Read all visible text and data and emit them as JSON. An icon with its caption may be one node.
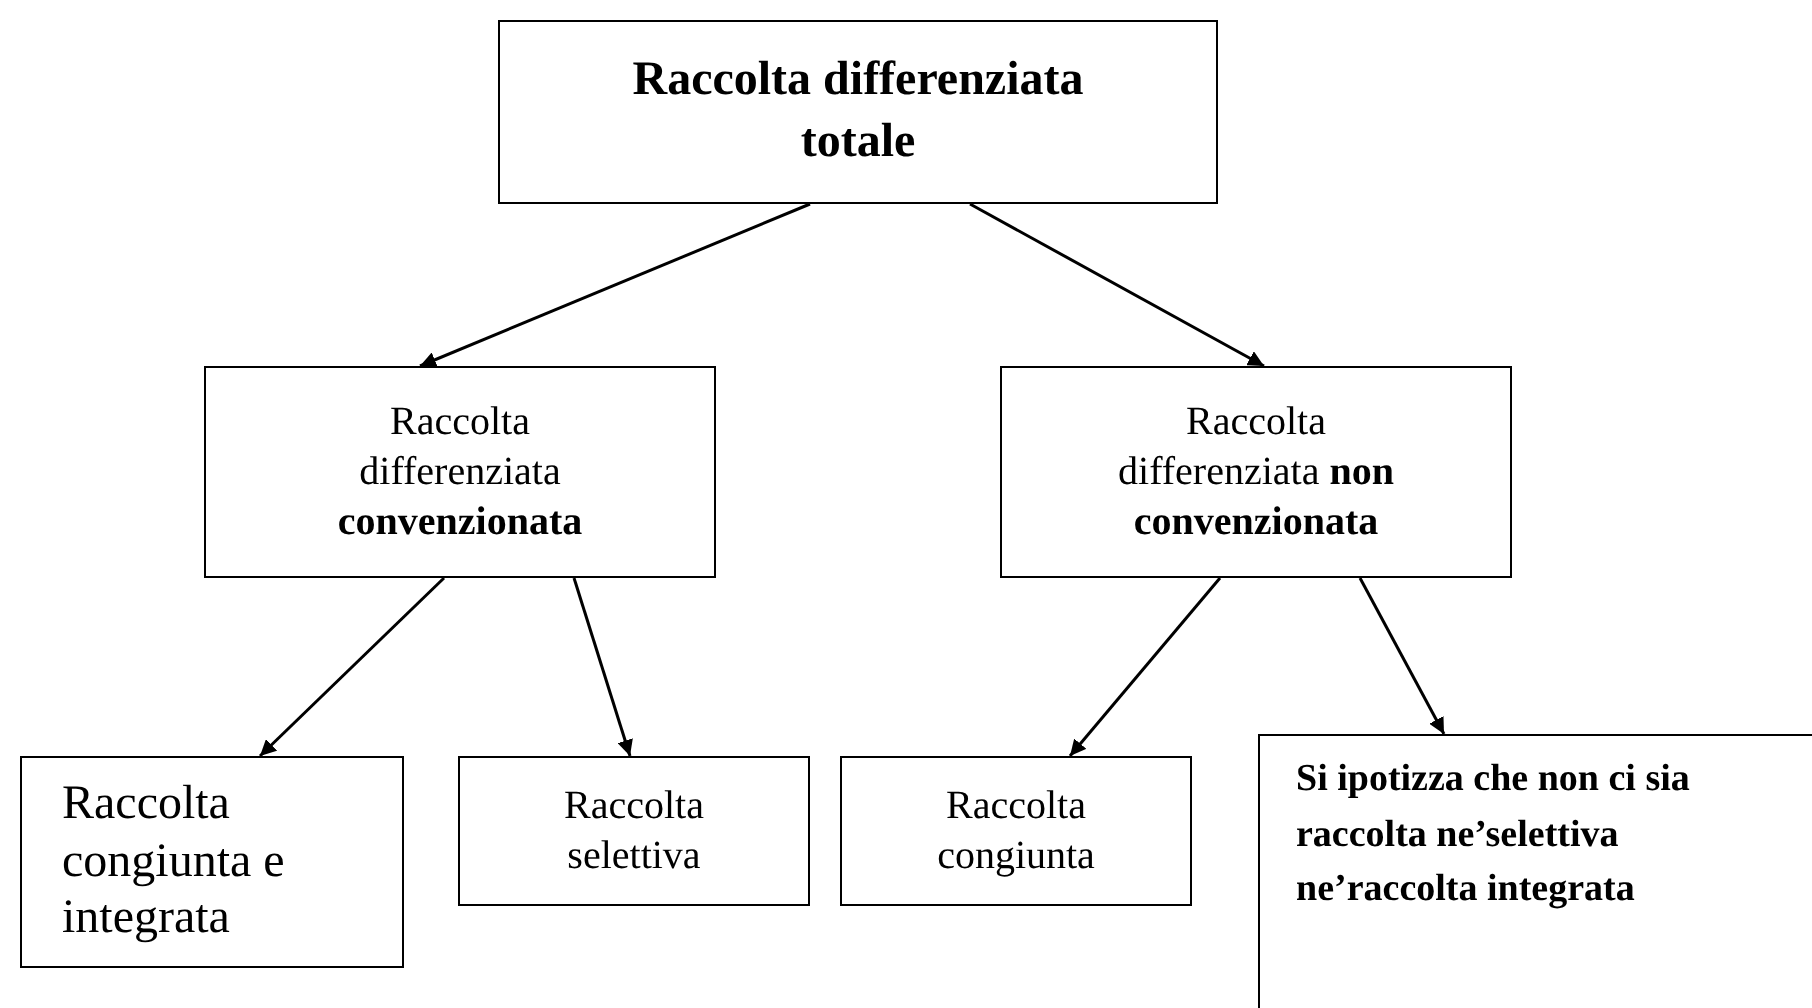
{
  "diagram": {
    "nodes": [
      {
        "text": [
          "Raccolta differenziata totale"
        ]
      },
      {
        "text": [
          "Raccolta differenziata **convenzionata**"
        ]
      },
      {
        "text": [
          "Raccolta differenziata **non convenzionata**"
        ]
      },
      {
        "text": [
          "Raccolta congiunta e integrata"
        ]
      },
      {
        "text": [
          "Raccolta selettiva"
        ]
      },
      {
        "text": [
          "Raccolta congiunta"
        ]
      },
      {
        "text": [
          "Si ipotizza che non ci sia raccolta ne’selettiva ne’raccolta integrata"
        ]
      }
    ],
    "edges": [
      {
        "from": 0,
        "to": 1,
        "arrow": "to"
      },
      {
        "from": 0,
        "to": 2,
        "arrow": "to"
      },
      {
        "from": 1,
        "to": 3,
        "arrow": "to"
      },
      {
        "from": 1,
        "to": 4,
        "arrow": "to"
      },
      {
        "from": 2,
        "to": 5,
        "arrow": "to"
      },
      {
        "from": 2,
        "to": 6,
        "arrow": "to"
      }
    ]
  }
}
